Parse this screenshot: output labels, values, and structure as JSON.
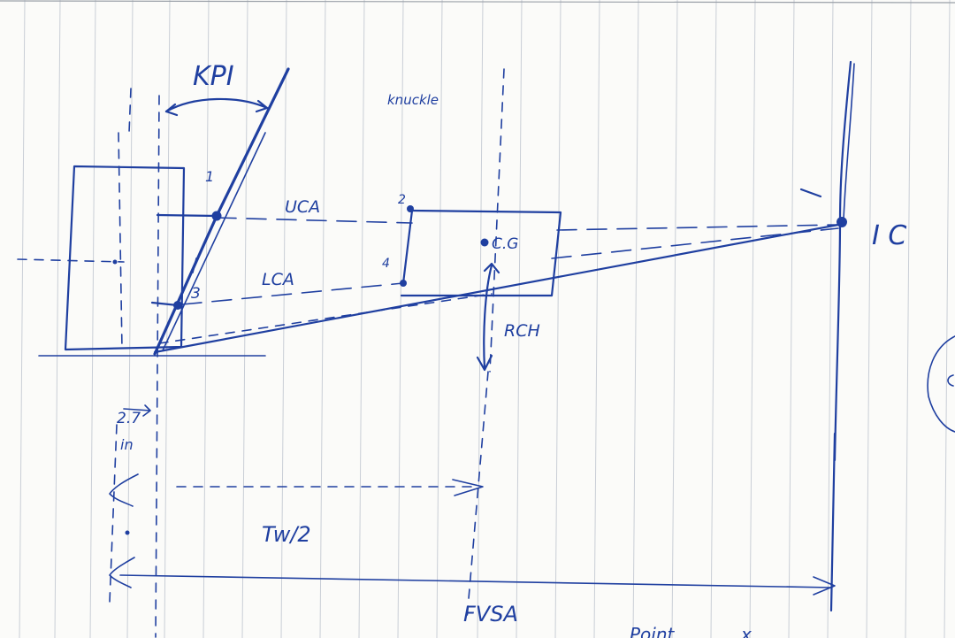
{
  "labels": {
    "kpi": "KPI",
    "knuckle": "knuckle",
    "uca": "UCA",
    "lca": "LCA",
    "cg": "C.G",
    "rch": "RCH",
    "ic": "I C",
    "scrub": "2.7",
    "scrub_unit": "in",
    "tw2": "Tw/2",
    "fvsa": "FVSA",
    "point": "Point",
    "point_x": "x"
  },
  "points": {
    "p1": "1",
    "p2": "2",
    "p3": "3",
    "p4": "4"
  },
  "colors": {
    "ink": "#1f3fa0",
    "grid": "#c9ced6",
    "paper": "#fbfbf9"
  }
}
